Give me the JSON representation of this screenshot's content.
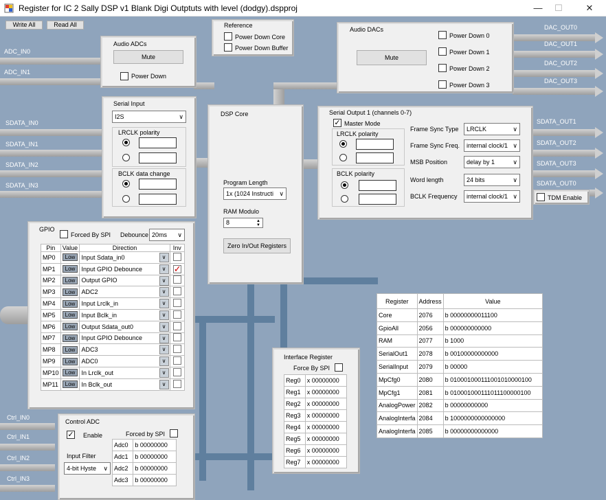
{
  "window": {
    "title": "Register for IC 2 Sally DSP v1 Blank Digi Outptuts with level (dodgy).dspproj",
    "minimize": "—",
    "maximize": "☐",
    "close": "✕"
  },
  "toolbar": {
    "write_all": "Write All",
    "read_all": "Read All"
  },
  "signals": {
    "adc_in0": "ADC_IN0",
    "adc_in1": "ADC_IN1",
    "sdata_in0": "SDATA_IN0",
    "sdata_in1": "SDATA_IN1",
    "sdata_in2": "SDATA_IN2",
    "sdata_in3": "SDATA_IN3",
    "dac_out0": "DAC_OUT0",
    "dac_out1": "DAC_OUT1",
    "dac_out2": "DAC_OUT2",
    "dac_out3": "DAC_OUT3",
    "sdata_out1": "SDATA_OUT1",
    "sdata_out2": "SDATA_OUT2",
    "sdata_out3": "SDATA_OUT3",
    "sdata_out0": "SDATA_OUT0",
    "ctrl_in0": "Ctrl_IN0",
    "ctrl_in1": "Ctrl_IN1",
    "ctrl_in2": "Ctrl_IN2",
    "ctrl_in3": "Ctrl_IN3"
  },
  "audio_adcs": {
    "title": "Audio ADCs",
    "mute": "Mute",
    "power_down": "Power Down"
  },
  "reference": {
    "title": "Reference",
    "power_down_core": "Power Down Core",
    "power_down_buffer": "Power Down Buffer"
  },
  "audio_dacs": {
    "title": "Audio DACs",
    "mute": "Mute",
    "pd0": "Power Down 0",
    "pd1": "Power Down 1",
    "pd2": "Power Down 2",
    "pd3": "Power Down 3"
  },
  "serial_input": {
    "title": "Serial Input",
    "format": "I2S",
    "lrclk_polarity": "LRCLK polarity",
    "bclk_data_change": "BCLK data change"
  },
  "dsp_core": {
    "title": "DSP Core",
    "program_length_label": "Program Length",
    "program_length": "1x (1024 Instructi",
    "ram_modulo_label": "RAM Modulo",
    "ram_modulo": "8",
    "zero_io": "Zero In/Out Registers"
  },
  "serial_output": {
    "title": "Serial Output 1 (channels 0-7)",
    "master_mode": "Master Mode",
    "lrclk_polarity": "LRCLK polarity",
    "bclk_polarity": "BCLK polarity",
    "frame_sync_type_label": "Frame Sync Type",
    "frame_sync_type": "LRCLK",
    "frame_sync_freq_label": "Frame Sync Freq.",
    "frame_sync_freq": "internal clock/1",
    "msb_position_label": "MSB Position",
    "msb_position": "delay by 1",
    "word_length_label": "Word length",
    "word_length": "24 bits",
    "bclk_frequency_label": "BCLK Frequency",
    "bclk_frequency": "internal clock/1",
    "tdm_enable": "TDM Enable"
  },
  "gpio": {
    "title": "GPIO",
    "forced_by_spi": "Forced By SPI",
    "debounce_label": "Debounce",
    "debounce": "20ms",
    "headers": [
      "Pin",
      "Value",
      "Direction",
      "Inv"
    ],
    "low_label": "Low",
    "rows": [
      {
        "pin": "MP0",
        "direction": "Input  Sdata_in0",
        "inv": false
      },
      {
        "pin": "MP1",
        "direction": "Input  GPIO Debounce",
        "inv": true
      },
      {
        "pin": "MP2",
        "direction": "Output GPIO",
        "inv": false
      },
      {
        "pin": "MP3",
        "direction": "ADC2",
        "inv": false
      },
      {
        "pin": "MP4",
        "direction": "Input  Lrclk_in",
        "inv": false
      },
      {
        "pin": "MP5",
        "direction": "Input  Bclk_in",
        "inv": false
      },
      {
        "pin": "MP6",
        "direction": "Output Sdata_out0",
        "inv": false
      },
      {
        "pin": "MP7",
        "direction": "Input  GPIO Debounce",
        "inv": false
      },
      {
        "pin": "MP8",
        "direction": "ADC3",
        "inv": false
      },
      {
        "pin": "MP9",
        "direction": "ADC0",
        "inv": false
      },
      {
        "pin": "MP10",
        "direction": "In Lrclk_out",
        "inv": false
      },
      {
        "pin": "MP11",
        "direction": "In Bclk_out",
        "inv": false
      }
    ]
  },
  "control_adc": {
    "title": "Control ADC",
    "enable": "Enable",
    "forced_by_spi": "Forced by SPI",
    "input_filter_label": "Input Filter",
    "input_filter": "4-bit Hyste",
    "rows": [
      {
        "name": "Adc0",
        "value": "b 00000000"
      },
      {
        "name": "Adc1",
        "value": "b 00000000"
      },
      {
        "name": "Adc2",
        "value": "b 00000000"
      },
      {
        "name": "Adc3",
        "value": "b 00000000"
      }
    ]
  },
  "interface_register": {
    "title": "Interface Register",
    "force_by_spi": "Force By SPI",
    "rows": [
      {
        "name": "Reg0",
        "value": "x 00000000"
      },
      {
        "name": "Reg1",
        "value": "x 00000000"
      },
      {
        "name": "Reg2",
        "value": "x 00000000"
      },
      {
        "name": "Reg3",
        "value": "x 00000000"
      },
      {
        "name": "Reg4",
        "value": "x 00000000"
      },
      {
        "name": "Reg5",
        "value": "x 00000000"
      },
      {
        "name": "Reg6",
        "value": "x 00000000"
      },
      {
        "name": "Reg7",
        "value": "x 00000000"
      }
    ]
  },
  "register_table": {
    "headers": [
      "Register",
      "Address",
      "Value"
    ],
    "rows": [
      {
        "register": "Core",
        "address": "2076",
        "value": "b 00000000011100"
      },
      {
        "register": "GpioAll",
        "address": "2056",
        "value": "b 000000000000"
      },
      {
        "register": "RAM",
        "address": "2077",
        "value": "b 1000"
      },
      {
        "register": "SerialOut1",
        "address": "2078",
        "value": "b 00100000000000"
      },
      {
        "register": "SerialInput",
        "address": "2079",
        "value": "b 00000"
      },
      {
        "register": "MpCfg0",
        "address": "2080",
        "value": "b 010001000111001010000100"
      },
      {
        "register": "MpCfg1",
        "address": "2081",
        "value": "b 010001000111011100000100"
      },
      {
        "register": "AnalogPower",
        "address": "2082",
        "value": "b 00000000000"
      },
      {
        "register": "AnalogInterfa",
        "address": "2084",
        "value": "b 1000000000000000"
      },
      {
        "register": "AnalogInterfa",
        "address": "2085",
        "value": "b 00000000000000"
      }
    ]
  }
}
